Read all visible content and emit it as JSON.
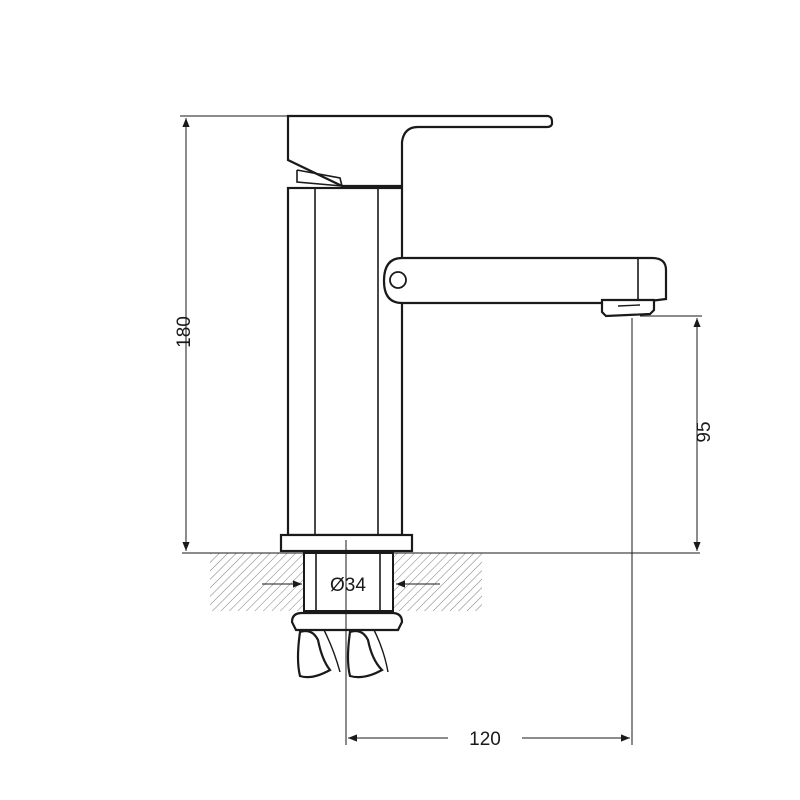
{
  "drawing": {
    "dimensions": {
      "total_height": {
        "value": "180"
      },
      "spout_height": {
        "value": "95"
      },
      "spout_reach": {
        "value": "120"
      },
      "base_diameter": {
        "value": "Ø34"
      }
    }
  }
}
